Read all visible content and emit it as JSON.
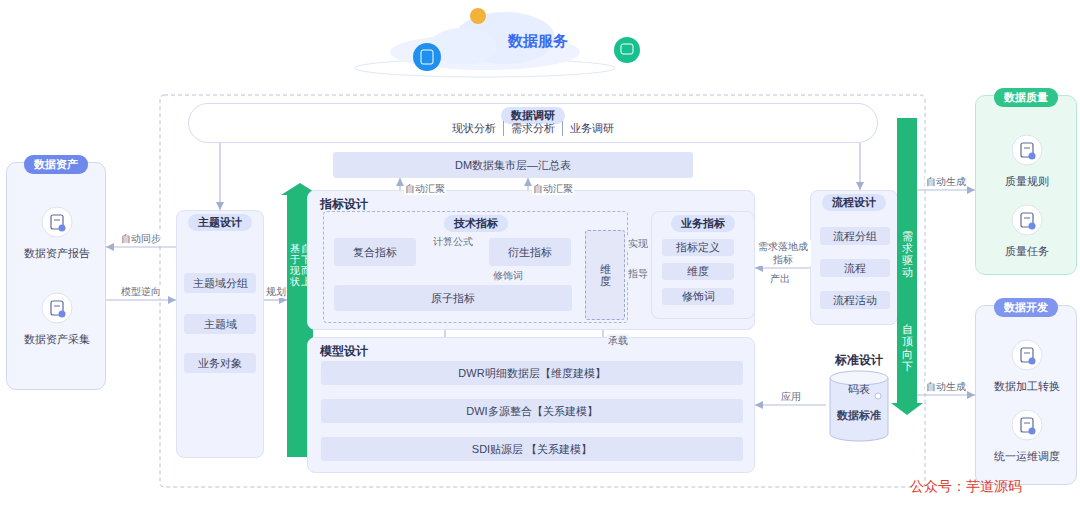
{
  "diagram": {
    "nodes": [
      {
        "text": [
          "数据服务"
        ]
      },
      {
        "text": [
          "数据资产"
        ]
      },
      {
        "text": [
          "数据资产报告"
        ],
        "in": 1
      },
      {
        "text": [
          "数据资产采集"
        ],
        "in": 1
      },
      {
        "text": [
          "数据调研",
          "现状分析",
          "需求分析",
          "业务调研"
        ]
      },
      {
        "text": [
          "主题设计"
        ]
      },
      {
        "text": [
          "主题域分组"
        ],
        "in": 5
      },
      {
        "text": [
          "主题域"
        ],
        "in": 5
      },
      {
        "text": [
          "业务对象"
        ],
        "in": 5
      },
      {
        "text": [
          "基于现状",
          "自下而上"
        ]
      },
      {
        "text": [
          "DM数据集市层—汇总表"
        ]
      },
      {
        "text": [
          "指标设计"
        ]
      },
      {
        "text": [
          "技术指标"
        ],
        "in": 11
      },
      {
        "text": [
          "复合指标"
        ],
        "in": 12
      },
      {
        "text": [
          "衍生指标"
        ],
        "in": 12
      },
      {
        "text": [
          "原子指标"
        ],
        "in": 12
      },
      {
        "text": [
          "维度"
        ],
        "in": 12
      },
      {
        "text": [
          "业务指标"
        ],
        "in": 11
      },
      {
        "text": [
          "指标定义"
        ],
        "in": 17
      },
      {
        "text": [
          "维度"
        ],
        "in": 17
      },
      {
        "text": [
          "修饰词"
        ],
        "in": 17
      },
      {
        "text": [
          "流程设计"
        ]
      },
      {
        "text": [
          "流程分组"
        ],
        "in": 21
      },
      {
        "text": [
          "流程"
        ],
        "in": 21
      },
      {
        "text": [
          "流程活动"
        ],
        "in": 21
      },
      {
        "text": [
          "需求驱动",
          "自顶向下"
        ]
      },
      {
        "text": [
          "模型设计"
        ]
      },
      {
        "text": [
          "DWR明细数据层【维度建模】"
        ],
        "in": 26
      },
      {
        "text": [
          "DWI多源整合【关系建模】"
        ],
        "in": 26
      },
      {
        "text": [
          "SDI贴源层 【关系建模】"
        ],
        "in": 26
      },
      {
        "text": [
          "标准设计",
          "码表",
          "数据标准"
        ]
      },
      {
        "text": [
          "数据质量"
        ]
      },
      {
        "text": [
          "质量规则"
        ],
        "in": 31
      },
      {
        "text": [
          "质量任务"
        ],
        "in": 31
      },
      {
        "text": [
          "数据开发"
        ]
      },
      {
        "text": [
          "数据加工转换"
        ],
        "in": 34
      },
      {
        "text": [
          "统一运维调度"
        ],
        "in": 34
      }
    ],
    "edges": [
      {
        "from": 5,
        "to": 1,
        "label": "自动同步",
        "arrow": "to"
      },
      {
        "from": 1,
        "to": 5,
        "label": "模型逆向",
        "arrow": "to"
      },
      {
        "from": 4,
        "to": 5,
        "arrow": "to"
      },
      {
        "from": 4,
        "to": 21,
        "arrow": "to"
      },
      {
        "from": 6,
        "to": 7,
        "arrow": "to"
      },
      {
        "from": 7,
        "to": 8,
        "arrow": "to"
      },
      {
        "from": 5,
        "to": 9,
        "label": "规划",
        "arrow": "to"
      },
      {
        "from": 22,
        "to": 23,
        "arrow": "to"
      },
      {
        "from": 23,
        "to": 24,
        "arrow": "to"
      },
      {
        "from": 21,
        "to": 17,
        "label": "需求落地成指标",
        "arrow": "to"
      },
      {
        "from": 16,
        "to": 17,
        "label": "实现",
        "arrow": "to"
      },
      {
        "from": 17,
        "to": 16,
        "label": "指导",
        "arrow": "to"
      },
      {
        "from": 15,
        "to": 14,
        "label": "修饰词",
        "arrow": "to"
      },
      {
        "from": 14,
        "to": 13,
        "label": "计算公式",
        "arrow": "to"
      },
      {
        "from": 13,
        "to": 10,
        "label": "自动汇聚",
        "arrow": "to"
      },
      {
        "from": 14,
        "to": 10,
        "label": "自动汇聚",
        "arrow": "to"
      },
      {
        "from": 27,
        "to": 15,
        "arrow": "to"
      },
      {
        "from": 27,
        "to": 16,
        "label": "承载",
        "arrow": "to"
      },
      {
        "from": 29,
        "to": 28,
        "arrow": "to"
      },
      {
        "from": 28,
        "to": 27,
        "arrow": "to"
      },
      {
        "from": 30,
        "to": 26,
        "label": "应用",
        "arrow": "to"
      },
      {
        "from": 25,
        "to": 31,
        "label": "自动生成",
        "arrow": "to"
      },
      {
        "from": 25,
        "to": 34,
        "label": "自动生成",
        "arrow": "to"
      }
    ],
    "labels": [
      "产出",
      "公众号：芋道源码"
    ]
  }
}
